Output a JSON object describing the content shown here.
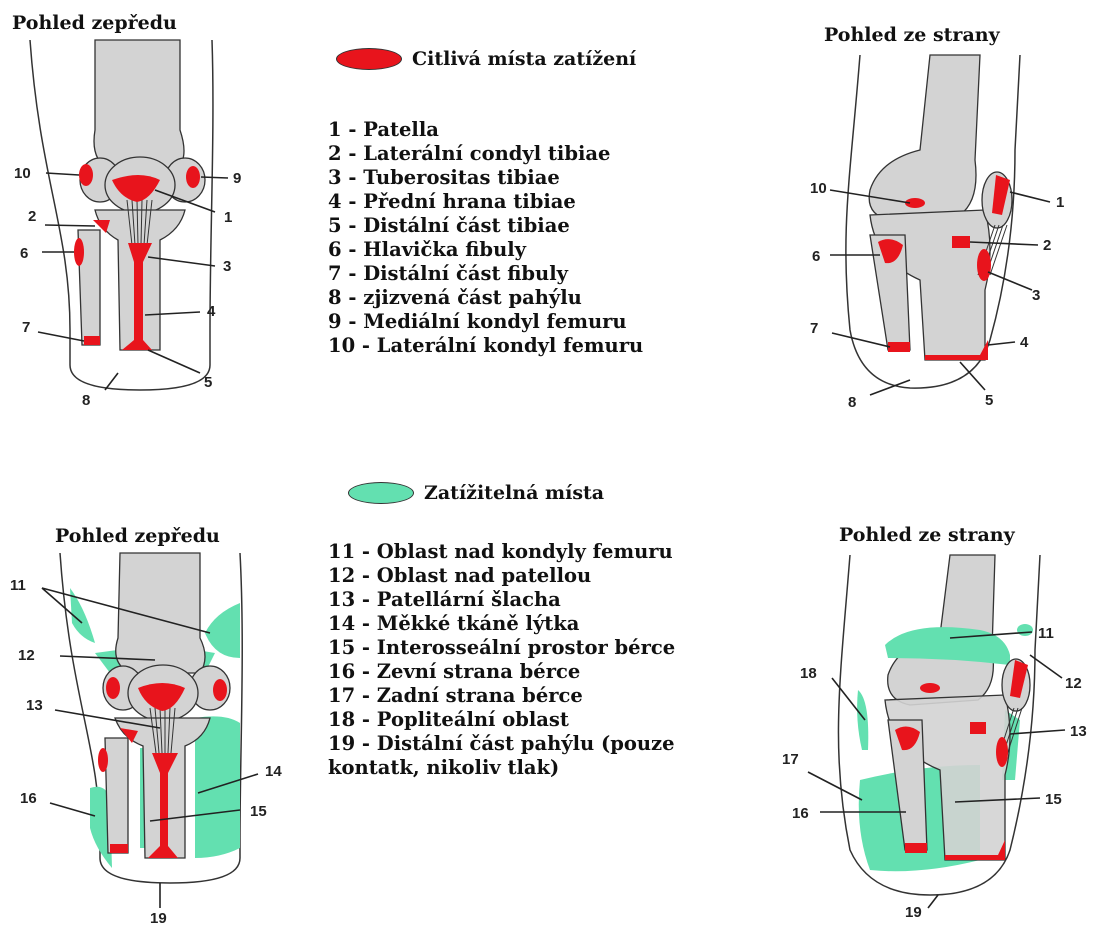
{
  "top": {
    "front_title": "Pohled zepředu",
    "side_title": "Pohled ze strany",
    "legend_label": "Citlivá místa zatížení",
    "legend_color": "#e8141c",
    "items": [
      "1 - Patella",
      "2 - Laterální condyl tibiae",
      "3 - Tuberositas tibiae",
      "4 - Přední hrana tibiae",
      "5 - Distální část tibiae",
      "6 - Hlavička fibuly",
      "7 - Distální část fibuly",
      "8 - zjizvená část pahýlu",
      "9 - Mediální kondyl femuru",
      "10 - Laterální kondyl femuru"
    ],
    "front_numbers": [
      "10",
      "9",
      "2",
      "1",
      "6",
      "3",
      "4",
      "7",
      "5",
      "8"
    ],
    "side_numbers": [
      "10",
      "1",
      "6",
      "2",
      "3",
      "7",
      "4",
      "8",
      "5"
    ]
  },
  "bottom": {
    "front_title": "Pohled zepředu",
    "side_title": "Pohled ze strany",
    "legend_label": "Zatížitelná místa",
    "legend_color": "#63e0b0",
    "items": [
      "11 - Oblast nad kondyly femuru",
      "12 - Oblast nad patellou",
      "13 - Patellární šlacha",
      "14 - Měkké tkáně lýtka",
      "15 - Interosseální prostor bérce",
      "16 - Zevní strana bérce",
      "17 - Zadní strana bérce",
      "18 - Popliteální oblast",
      "19 - Distální část pahýlu (pouze",
      "kontatk, nikoliv tlak)"
    ],
    "front_numbers": [
      "11",
      "12",
      "13",
      "14",
      "16",
      "15",
      "19"
    ],
    "side_numbers": [
      "11",
      "18",
      "12",
      "13",
      "17",
      "16",
      "15",
      "19"
    ]
  },
  "colors": {
    "bone": "#d3d3d3",
    "sensitive": "#e8141c",
    "loadable": "#63e0b0"
  }
}
